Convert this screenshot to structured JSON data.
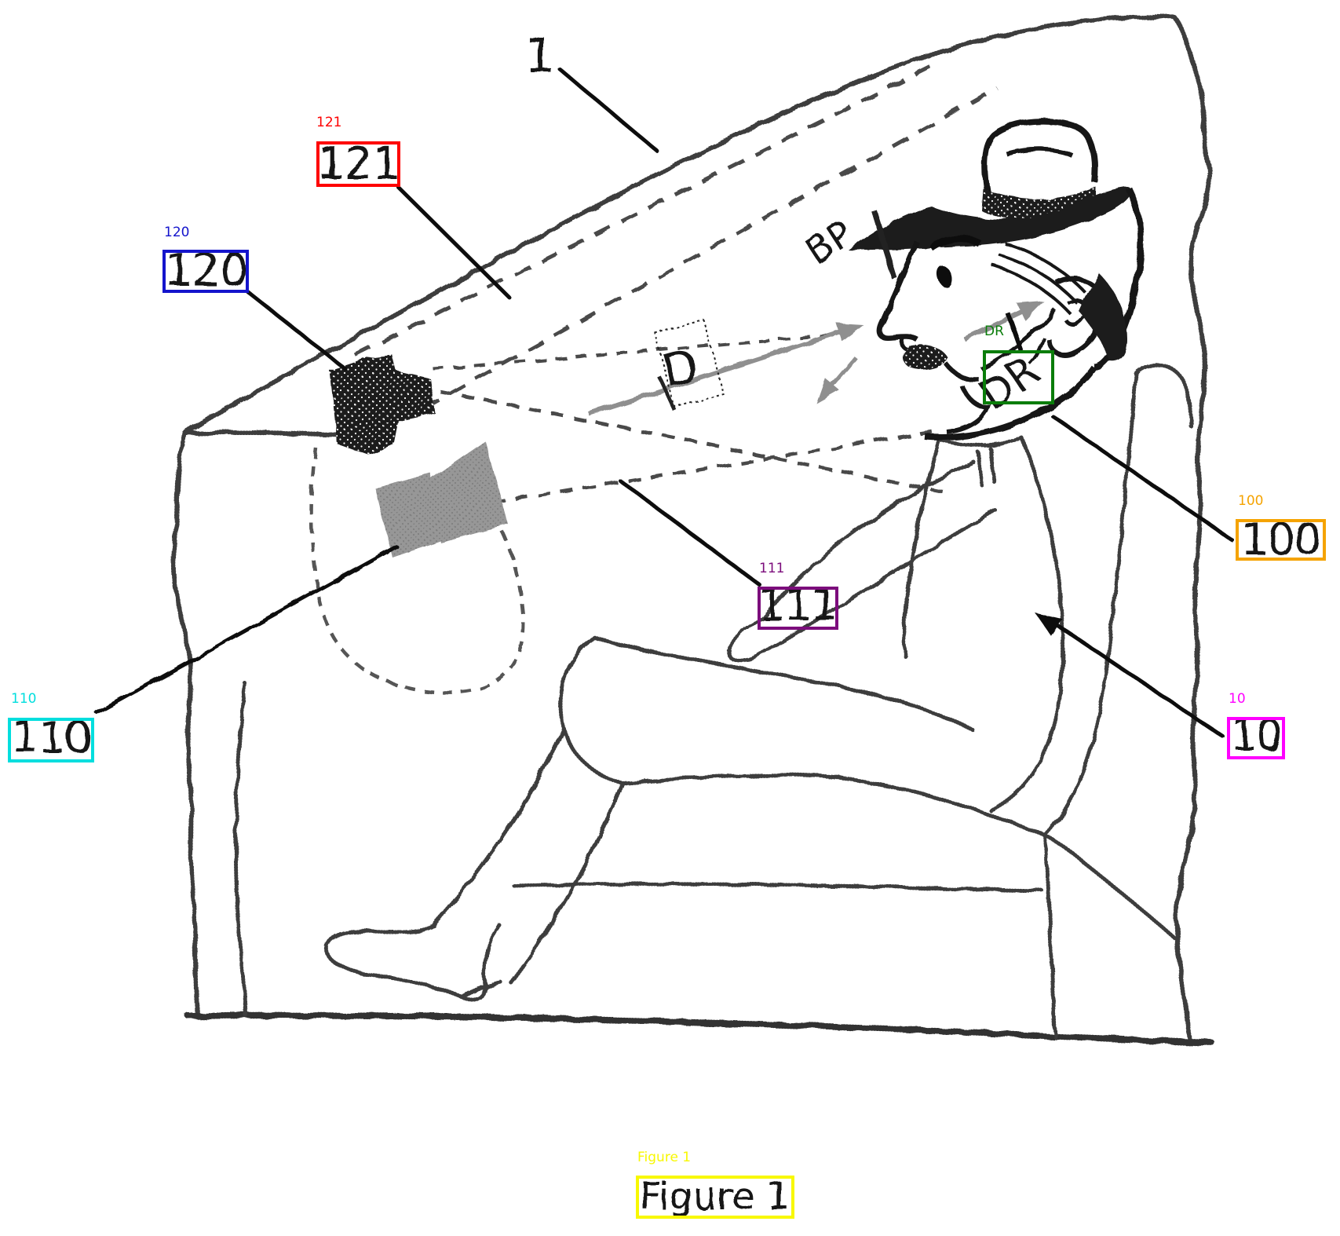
{
  "figure": {
    "caption_box": {
      "tag": "Figure 1",
      "text": "Figure 1",
      "color": "#f8f800"
    },
    "sketch_texts": {
      "windshield_ref": "1",
      "bp_line": "BP",
      "gaze_line": "D",
      "dr_sketch": "DR"
    }
  },
  "annotation_boxes": {
    "n121": {
      "tag": "121",
      "text": "121",
      "color": "#fe0000"
    },
    "n120": {
      "tag": "120",
      "text": "120",
      "color": "#1414cc"
    },
    "dr": {
      "tag": "DR",
      "text": "DR",
      "color": "#0a7d0a"
    },
    "n100": {
      "tag": "100",
      "text": "100",
      "color": "#f5a300"
    },
    "n111": {
      "tag": "111",
      "text": "111",
      "color": "#7c0d7c"
    },
    "n110": {
      "tag": "110",
      "text": "110",
      "color": "#00dede"
    },
    "n10": {
      "tag": "10",
      "text": "10",
      "color": "#ff00ff"
    }
  },
  "colors": {
    "ink": "#1a1a1a",
    "soft_ink": "#3c3c3c",
    "beam": "#4a4a4a",
    "gray_arrow": "#8f8f8f",
    "background": "#ffffff"
  }
}
